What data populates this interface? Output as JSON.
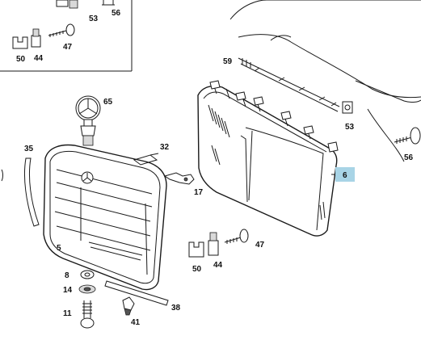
{
  "highlight_color": "#a8d4e6",
  "labels": {
    "p53_top": "53",
    "p56_top": "56",
    "p50_top": "50",
    "p44_top": "44",
    "p47_top": "47",
    "p59": "59",
    "p65": "65",
    "p53_right": "53",
    "p35": "35",
    "p32": "32",
    "p56_right": "56",
    "p6": "6",
    "p17": "17",
    "p5": "5",
    "p47_mid": "47",
    "p50_mid": "50",
    "p44_mid": "44",
    "p8": "8",
    "p14": "14",
    "p38": "38",
    "p11": "11",
    "p41": "41"
  }
}
